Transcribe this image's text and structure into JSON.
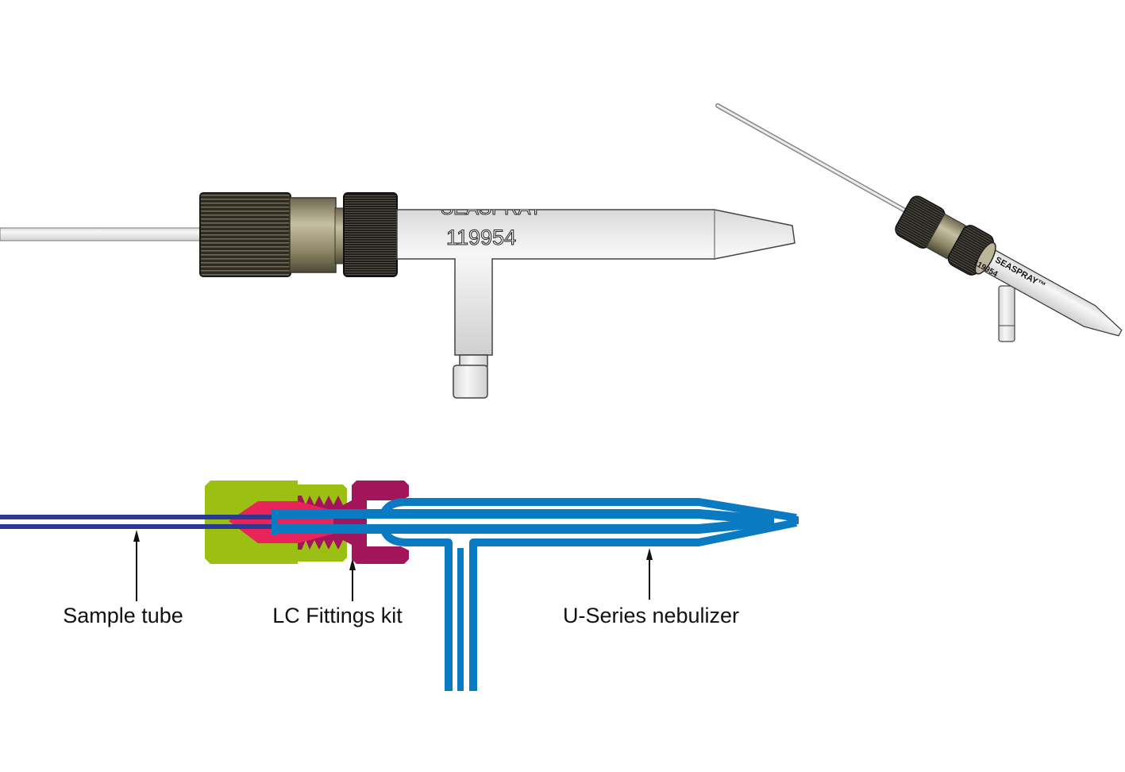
{
  "product_view": {
    "serial_number": "119954",
    "brand": "SEASPRAY",
    "small_view_brand": "SEASPRAY™",
    "small_view_serial": "119954"
  },
  "cross_section": {
    "labels": {
      "sample_tube": "Sample tube",
      "fittings_kit": "LC Fittings kit",
      "nebulizer": "U-Series nebulizer"
    },
    "colors": {
      "sample_tube": "#2b3990",
      "nut": "#9bbf12",
      "ferrule": "#e8245a",
      "fitting": "#a3155a",
      "nebulizer": "#0a7bc2"
    }
  }
}
